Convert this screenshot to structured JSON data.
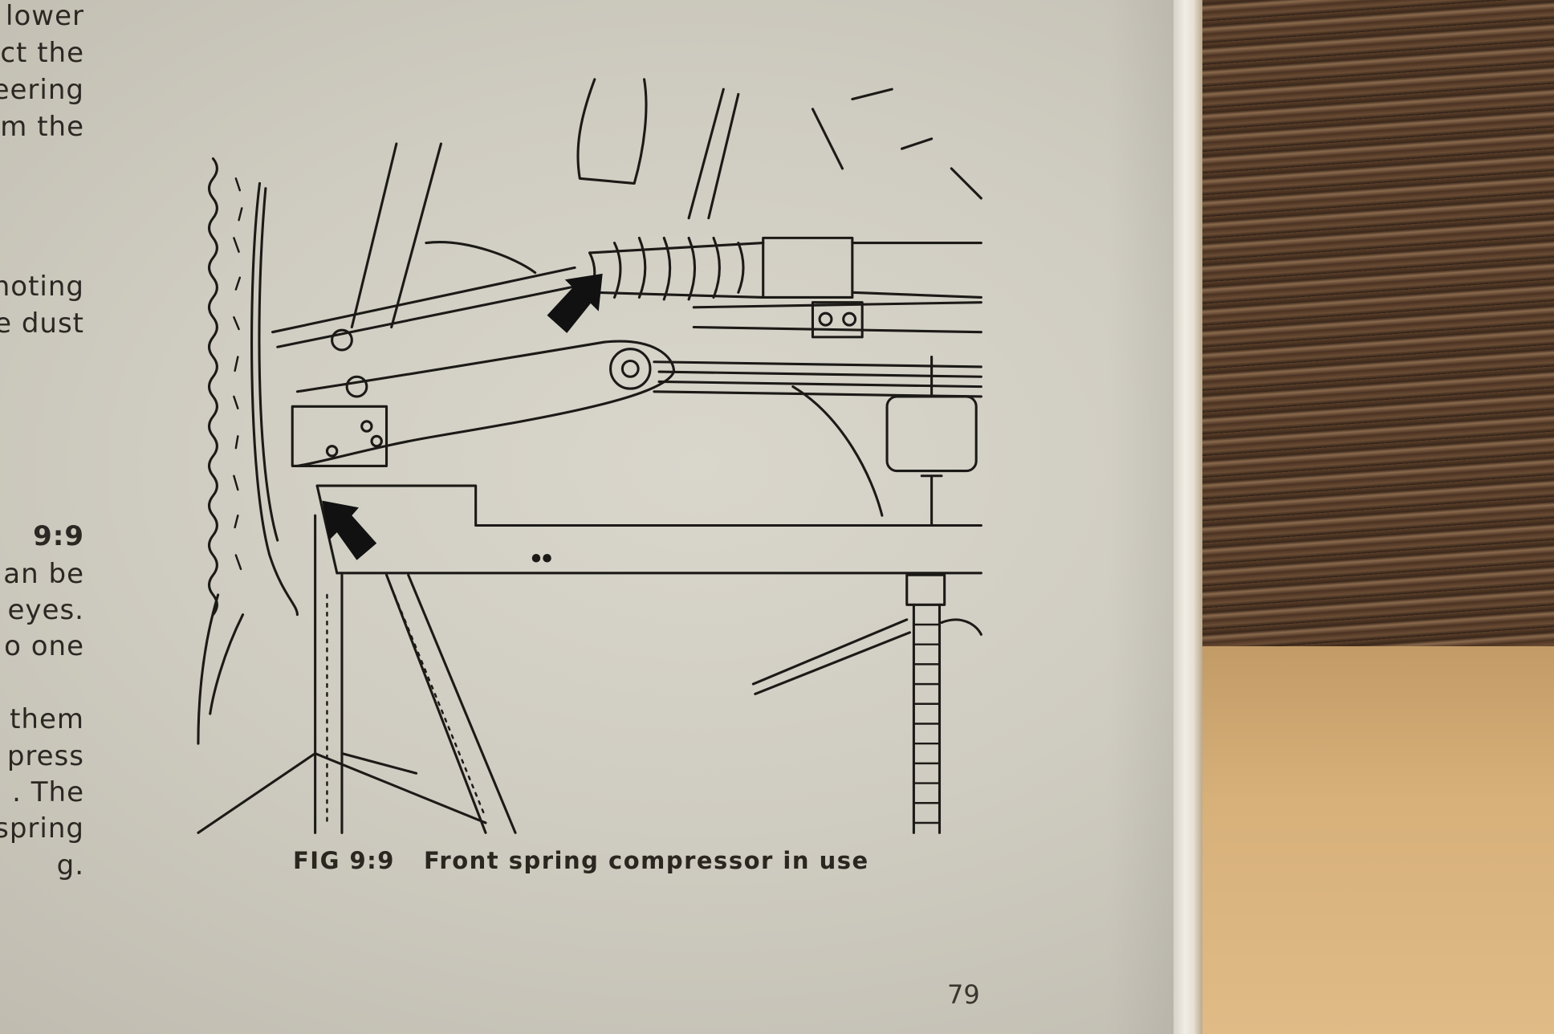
{
  "left_column_fragments": [
    "lower",
    "ct the",
    "eering",
    "m the",
    "noting",
    "e dust",
    "9:9",
    "an be",
    "eyes.",
    "o one",
    "them",
    "press",
    ". The",
    "spring",
    "g."
  ],
  "figure": {
    "label": "FIG  9:9",
    "caption": "Front spring compressor in use"
  },
  "page_number": "79"
}
